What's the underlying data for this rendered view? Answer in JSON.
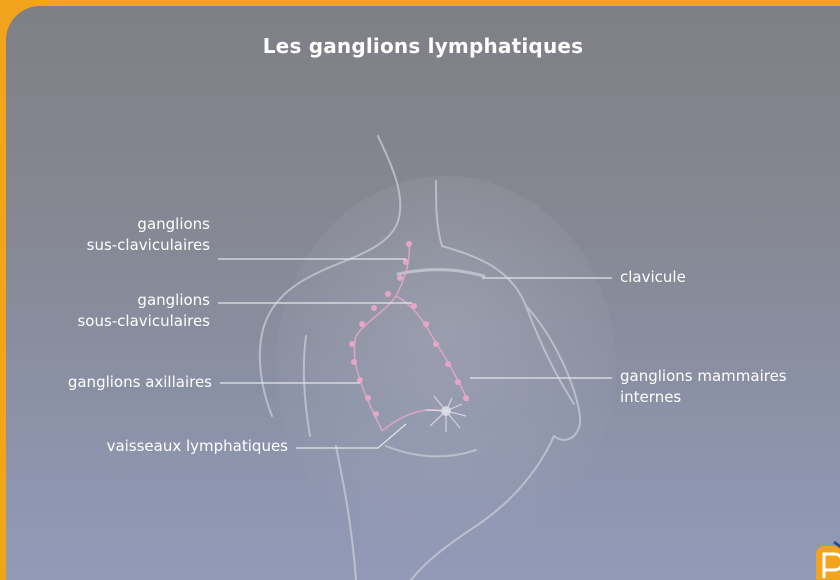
{
  "title": "Les ganglions lymphatiques",
  "labels": {
    "sus_claviculaires": [
      "ganglions",
      "sus-claviculaires"
    ],
    "sous_claviculaires": [
      "ganglions",
      "sous-claviculaires"
    ],
    "axillaires": "ganglions axillaires",
    "vaisseaux": "vaisseaux lymphatiques",
    "clavicule": "clavicule",
    "mammaires_internes": [
      "ganglions mammaires",
      "internes"
    ]
  },
  "colors": {
    "frame": "#f2a51c",
    "background_top": "#7f7f86",
    "background_bottom": "#929ab8",
    "node_pink": "#e7a6c8",
    "body_outline": "#c9ccd6"
  },
  "icons": {
    "logo": "publisher-logo-icon"
  }
}
